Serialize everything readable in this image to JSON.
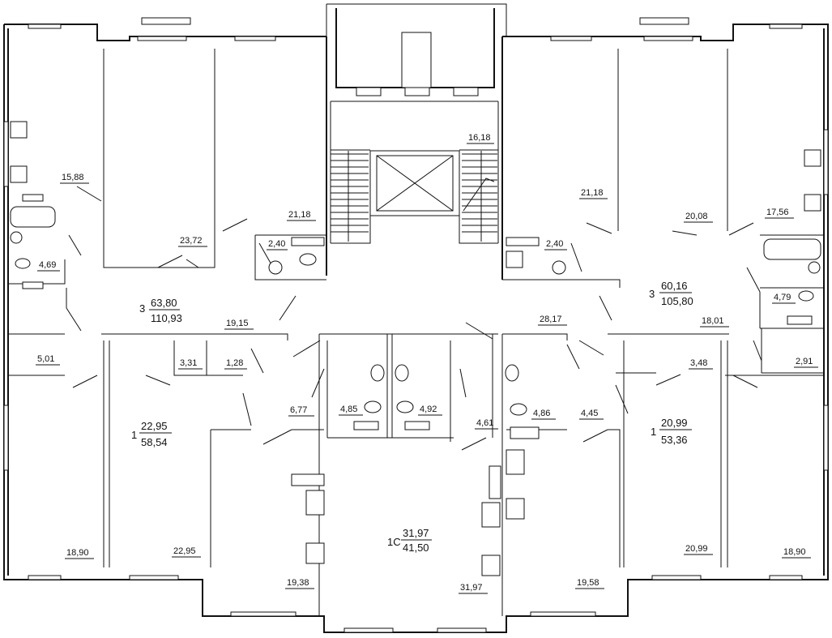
{
  "rooms": [
    {
      "id": "r-15-88",
      "text": "15,88"
    },
    {
      "id": "r-23-72",
      "text": "23,72"
    },
    {
      "id": "r-21-18-l",
      "text": "21,18"
    },
    {
      "id": "r-2-40-l",
      "text": "2,40"
    },
    {
      "id": "r-16-18",
      "text": "16,18"
    },
    {
      "id": "r-21-18-r",
      "text": "21,18"
    },
    {
      "id": "r-20-08",
      "text": "20,08"
    },
    {
      "id": "r-17-56",
      "text": "17,56"
    },
    {
      "id": "r-2-40-r",
      "text": "2,40"
    },
    {
      "id": "r-4-69",
      "text": "4,69"
    },
    {
      "id": "r-4-79",
      "text": "4,79"
    },
    {
      "id": "r-19-15",
      "text": "19,15"
    },
    {
      "id": "r-28-17",
      "text": "28,17"
    },
    {
      "id": "r-18-01",
      "text": "18,01"
    },
    {
      "id": "r-5-01",
      "text": "5,01"
    },
    {
      "id": "r-3-31",
      "text": "3,31"
    },
    {
      "id": "r-1-28",
      "text": "1,28"
    },
    {
      "id": "r-3-48",
      "text": "3,48"
    },
    {
      "id": "r-2-91",
      "text": "2,91"
    },
    {
      "id": "r-6-77",
      "text": "6,77"
    },
    {
      "id": "r-4-85",
      "text": "4,85"
    },
    {
      "id": "r-4-92",
      "text": "4,92"
    },
    {
      "id": "r-4-86",
      "text": "4,86"
    },
    {
      "id": "r-4-45",
      "text": "4,45"
    },
    {
      "id": "r-4-61",
      "text": "4,61"
    },
    {
      "id": "r-18-90-l",
      "text": "18,90"
    },
    {
      "id": "r-22-95",
      "text": "22,95"
    },
    {
      "id": "r-19-38",
      "text": "19,38"
    },
    {
      "id": "r-31-97",
      "text": "31,97"
    },
    {
      "id": "r-19-58",
      "text": "19,58"
    },
    {
      "id": "r-20-99",
      "text": "20,99"
    },
    {
      "id": "r-18-90-r",
      "text": "18,90"
    }
  ],
  "apartments": [
    {
      "id": "apt-3-left",
      "rooms": "3",
      "living": "63,80",
      "total": "110,93"
    },
    {
      "id": "apt-3-right",
      "rooms": "3",
      "living": "60,16",
      "total": "105,80"
    },
    {
      "id": "apt-1-left",
      "rooms": "1",
      "living": "22,95",
      "total": "58,54"
    },
    {
      "id": "apt-1-right",
      "rooms": "1",
      "living": "20,99",
      "total": "53,36"
    },
    {
      "id": "apt-1c-center",
      "rooms": "1С",
      "living": "31,97",
      "total": "41,50"
    }
  ]
}
